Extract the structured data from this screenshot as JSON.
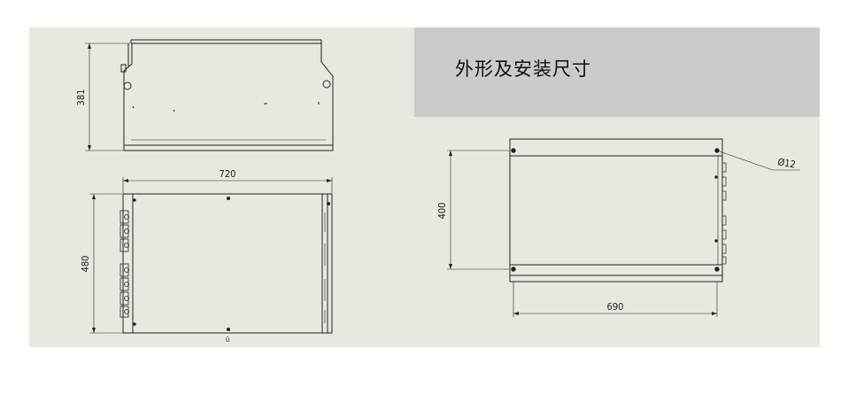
{
  "header": {
    "title": "外形及安装尺寸"
  },
  "front_view": {
    "height_label": "381"
  },
  "top_view": {
    "width_label": "720",
    "depth_label": "480",
    "bottom_mark": "ü"
  },
  "mount_view": {
    "height_label": "400",
    "width_label": "690",
    "hole_label": "Ø12"
  },
  "colors": {
    "panel": "#e9e7e0",
    "header": "#cbcbcb",
    "line": "#222222"
  }
}
